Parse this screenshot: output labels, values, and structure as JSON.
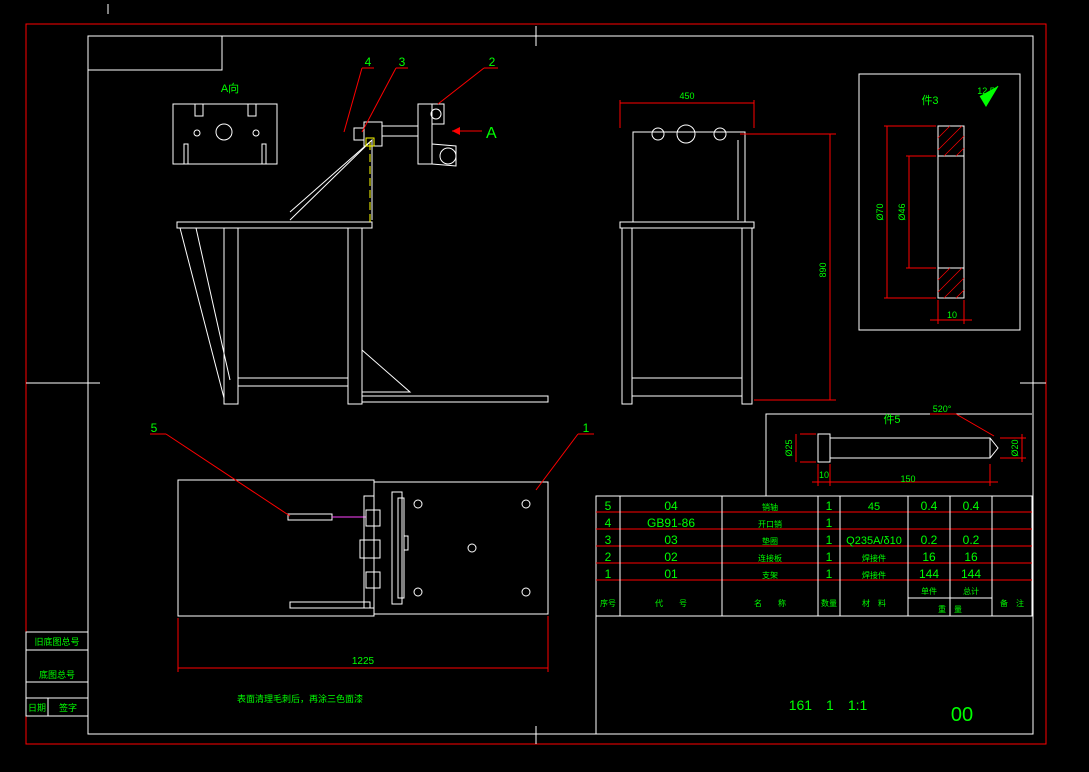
{
  "colors": {
    "background": "#000000",
    "line": "#ffffff",
    "dimension": "#ff0000",
    "text": "#00ff00",
    "hidden": "#ffff00"
  },
  "view_labels": {
    "view_a": "A向",
    "arrow_a": "A",
    "part3": "件3",
    "part5": "件5"
  },
  "balloons": [
    "1",
    "2",
    "3",
    "4",
    "5"
  ],
  "dimensions": {
    "width_450": "450",
    "height_890": "890",
    "length_1225": "1225",
    "dia_70": "Ø70",
    "dia_46": "Ø46",
    "thick_10": "10",
    "dia_25": "Ø25",
    "dia_20": "Ø20",
    "len_150": "150",
    "shoulder_10": "10",
    "hardness": "520°"
  },
  "roughness": "12.5",
  "notes": "表面清理毛刺后，再涂三色面漆",
  "bom": {
    "rows": [
      {
        "no": "5",
        "code": "04",
        "name": "销轴",
        "qty": "1",
        "material": "45",
        "unit": "0.4",
        "total": "0.4"
      },
      {
        "no": "4",
        "code": "GB91-86",
        "name": "开口销",
        "qty": "1",
        "material": "",
        "unit": "",
        "total": ""
      },
      {
        "no": "3",
        "code": "03",
        "name": "垫圈",
        "qty": "1",
        "material": "Q235A/δ10",
        "unit": "0.2",
        "total": "0.2"
      },
      {
        "no": "2",
        "code": "02",
        "name": "连接板",
        "qty": "1",
        "material": "焊接件",
        "unit": "16",
        "total": "16"
      },
      {
        "no": "1",
        "code": "01",
        "name": "支架",
        "qty": "1",
        "material": "焊接件",
        "unit": "144",
        "total": "144"
      }
    ],
    "header": {
      "no": "序号",
      "code": "代　　号",
      "name": "名　　称",
      "qty": "数量",
      "material": "材　料",
      "unit": "单件",
      "total": "总计",
      "weight": "重　量",
      "remark": "备　注"
    }
  },
  "title_block": {
    "numbers": "161　1　1:1",
    "drawing_no": "00"
  },
  "side_stamp": {
    "row1": "旧底图总号",
    "row2": "底图总号",
    "row3_left": "日期",
    "row3_right": "签字"
  }
}
